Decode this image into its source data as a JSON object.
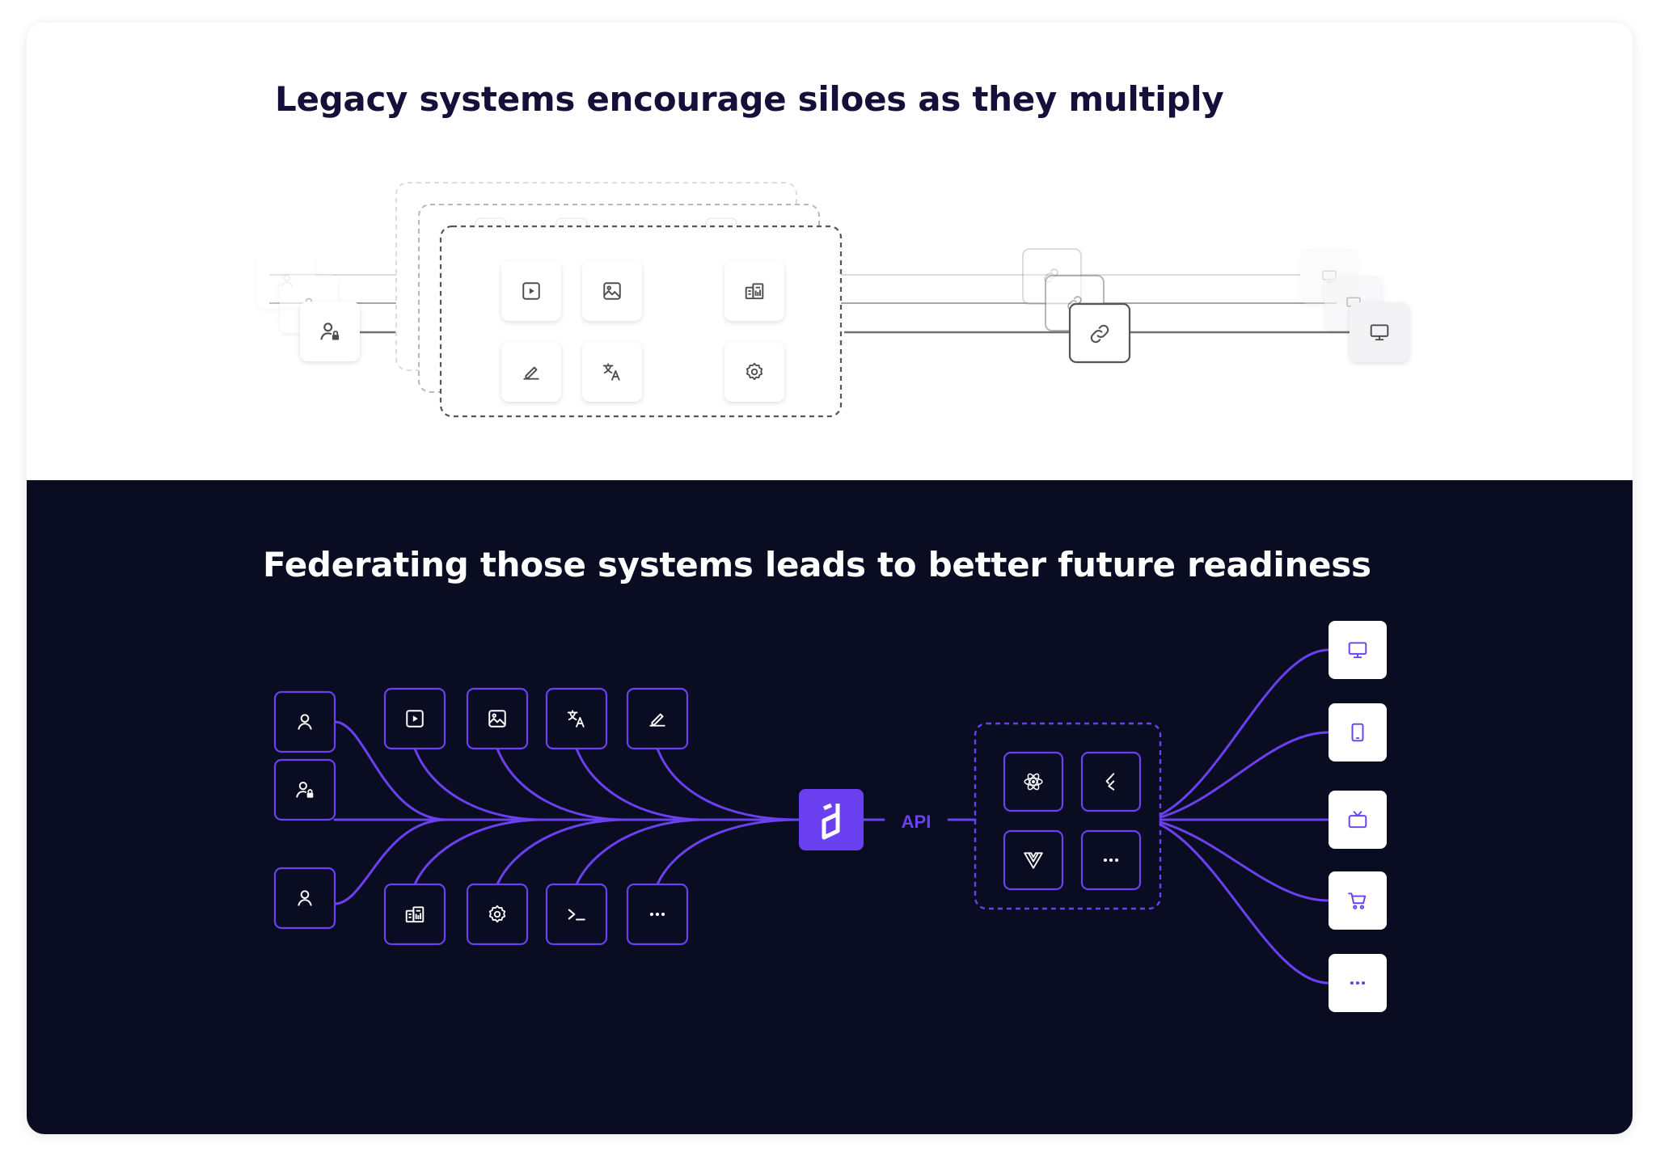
{
  "top": {
    "title": "Legacy systems encourage siloes as they multiply"
  },
  "bottom": {
    "title": "Federating those systems leads to better future readiness",
    "api_label": "API"
  },
  "colors": {
    "dark_bg": "#0a0d22",
    "accent": "#6a40f0",
    "title_dark": "#150f3a",
    "top_line": "#6b6b6b",
    "icon_gray": "#555555"
  },
  "icons": {
    "legacy_users": [
      "user-lock-icon"
    ],
    "legacy_services": [
      "video-icon",
      "image-icon",
      "dashboard-icon",
      "edit-icon",
      "translate-icon",
      "gear-icon"
    ],
    "legacy_link": "link-icon",
    "legacy_output": "monitor-icon",
    "federated_users": [
      "user-icon",
      "user-lock-icon",
      "user-icon"
    ],
    "federated_services_top": [
      "video-icon",
      "image-icon",
      "translate-icon",
      "edit-icon"
    ],
    "federated_services_bottom": [
      "dashboard-icon",
      "gear-icon",
      "terminal-icon",
      "more-icon"
    ],
    "hub": "hygraph-logo-icon",
    "frameworks": [
      "react-icon",
      "flutter-icon",
      "vue-icon",
      "more-icon"
    ],
    "outputs": [
      "monitor-icon",
      "tablet-icon",
      "tv-icon",
      "cart-icon",
      "more-icon"
    ]
  },
  "more_glyph": "···"
}
